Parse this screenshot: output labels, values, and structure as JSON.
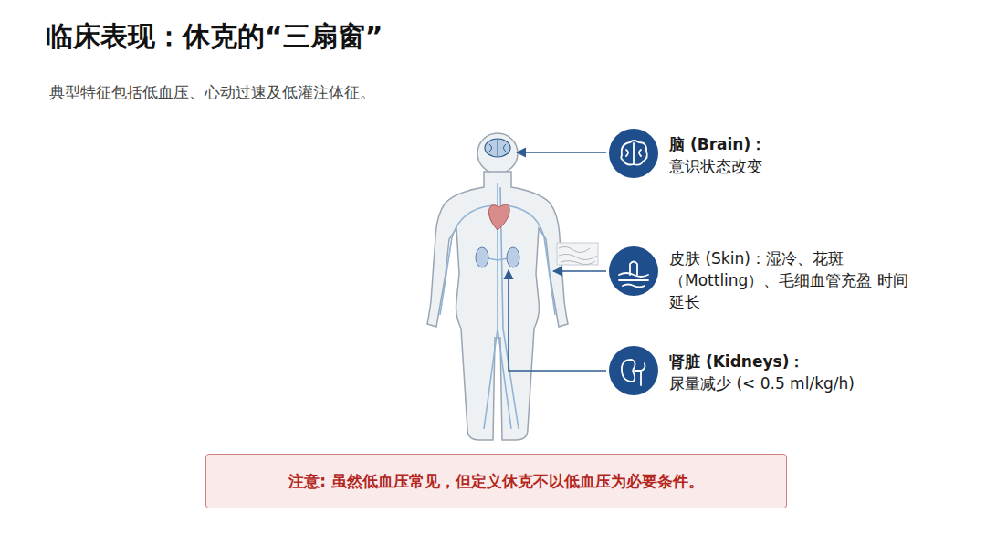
{
  "diagram": {
    "title": "临床表现：休克的“三扇窗”",
    "caption": "典型特征包括低血压、心动过速及低灌注体征。",
    "nodes": [
      {
        "text": [
          "脑 (Brain)：",
          "意识状态改变"
        ]
      },
      {
        "text": [
          "皮肤 (Skin)：湿冷、花斑 （Mottling）、毛细血管充盈 时间延长"
        ]
      },
      {
        "text": [
          "肾脏 (Kidneys)：",
          "尿量减少 (< 0.5 ml/kg/h)"
        ]
      },
      {
        "text": [
          "注意: 虽然低血压常见，但定义休克不以低血压为必要条件。"
        ]
      }
    ]
  }
}
